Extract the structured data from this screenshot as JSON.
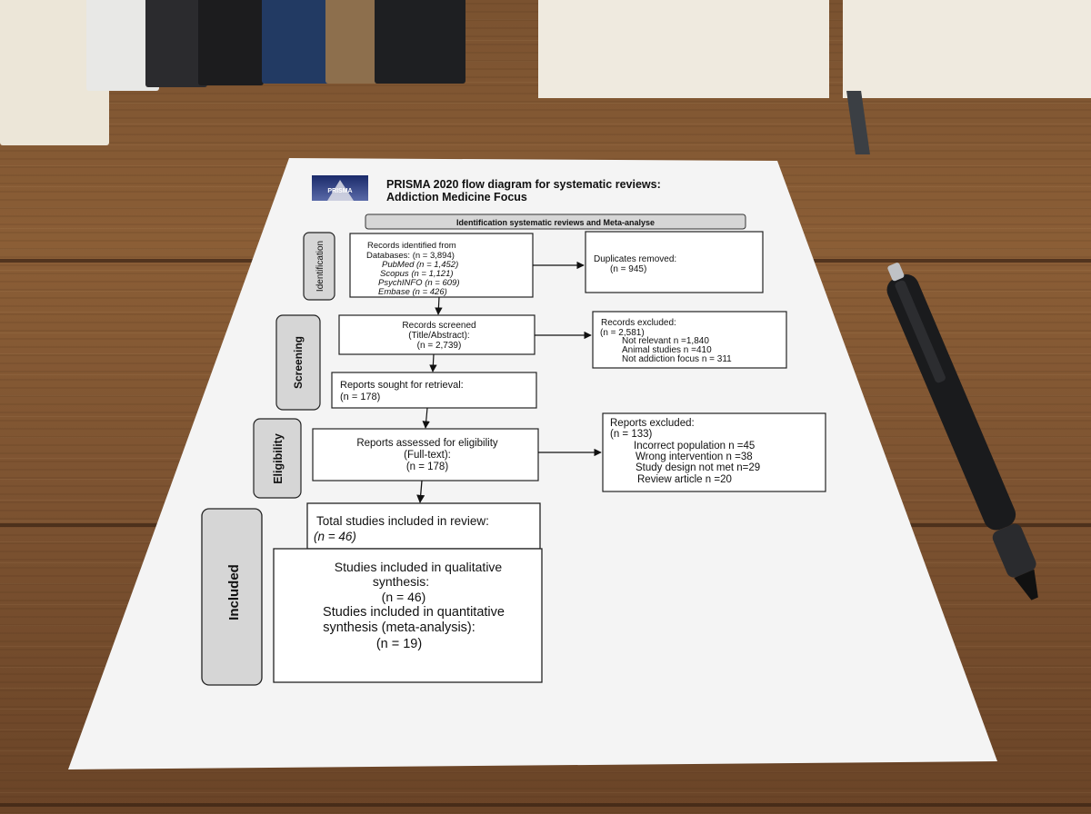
{
  "document": {
    "title_line1": "PRISMA 2020 flow diagram for systematic reviews:",
    "title_line2": "Addiction Medicine Focus",
    "logo_text": "PRISMA",
    "banner": "Identification systematic reviews and Meta-analyse"
  },
  "stages": {
    "identification": "Identification",
    "screening": "Screening",
    "eligibility": "Eligibility",
    "included": "Included"
  },
  "boxes": {
    "records_identified": {
      "line1": "Records identified from",
      "line2": "Databases: (n = 3,894)",
      "line3": "PubMed (n = 1,452)",
      "line4": "Scopus (n = 1,121)",
      "line5": "PsychINFO (n = 609)",
      "line6": "Embase (n = 426)"
    },
    "duplicates_removed": {
      "line1": "Duplicates removed:",
      "line2": "(n = 945)"
    },
    "records_screened": {
      "line1": "Records screened",
      "line2": "(Title/Abstract):",
      "line3": "(n = 2,739)"
    },
    "records_excluded": {
      "line1": "Records excluded:",
      "line2": "(n = 2,581)",
      "line3": "Not relevant n =1,840",
      "line4": "Animal studies n =410",
      "line5": "Not addiction focus n = 311"
    },
    "reports_sought": {
      "line1": "Reports sought for retrieval:",
      "line2": "(n = 178)"
    },
    "reports_assessed": {
      "line1": "Reports assessed for eligibility",
      "line2": "(Full-text):",
      "line3": "(n = 178)"
    },
    "reports_excluded": {
      "line1": "Reports excluded:",
      "line2": "(n = 133)",
      "line3": "Incorrect population n =45",
      "line4": "Wrong intervention n =38",
      "line5": "Study design not met n=29",
      "line6": "Review article n =20"
    },
    "total_included": {
      "line1": "Total studies included in review:",
      "line2": "(n = 46)"
    },
    "synthesis": {
      "line1": "Studies included in qualitative",
      "line2": "synthesis:",
      "line3": "(n = 46)",
      "line4": "Studies included in quantitative",
      "line5": "synthesis (meta-analysis):",
      "line6": "(n = 19)"
    }
  },
  "colors": {
    "paper": "#f4f4f4",
    "ink": "#111111",
    "stage_fill": "#d6d6d6",
    "wood": "#7a5230"
  }
}
